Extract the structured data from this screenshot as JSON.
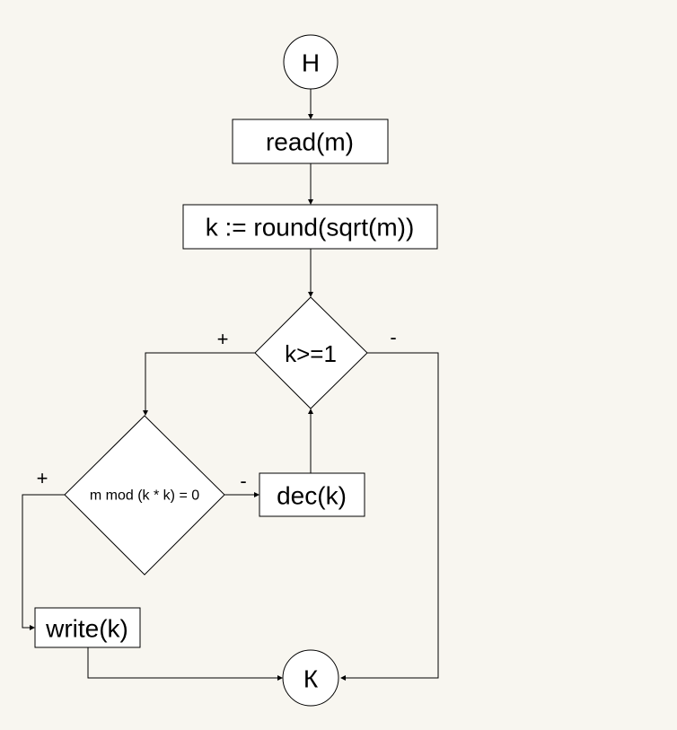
{
  "diagram": {
    "nodes": {
      "start": {
        "kind": "terminal",
        "label": "Н"
      },
      "read": {
        "kind": "process",
        "label": "read(m)"
      },
      "assign": {
        "kind": "process",
        "label": "k := round(sqrt(m))"
      },
      "loop_cond": {
        "kind": "decision",
        "label": "k>=1"
      },
      "mod_cond": {
        "kind": "decision",
        "label": "m mod (k * k) = 0"
      },
      "dec": {
        "kind": "process",
        "label": "dec(k)"
      },
      "write": {
        "kind": "process",
        "label": "write(k)"
      },
      "end": {
        "kind": "terminal",
        "label": "К"
      }
    },
    "edges": {
      "start_read": {
        "from": "start",
        "to": "read",
        "label": ""
      },
      "read_assign": {
        "from": "read",
        "to": "assign",
        "label": ""
      },
      "assign_loop": {
        "from": "assign",
        "to": "loop_cond",
        "label": ""
      },
      "loop_true": {
        "from": "loop_cond",
        "to": "mod_cond",
        "label": "+"
      },
      "loop_false": {
        "from": "loop_cond",
        "to": "end",
        "label": "-"
      },
      "mod_true": {
        "from": "mod_cond",
        "to": "write",
        "label": "+"
      },
      "mod_false": {
        "from": "mod_cond",
        "to": "dec",
        "label": "-"
      },
      "dec_loop": {
        "from": "dec",
        "to": "loop_cond",
        "label": ""
      },
      "write_end": {
        "from": "write",
        "to": "end",
        "label": ""
      }
    }
  }
}
